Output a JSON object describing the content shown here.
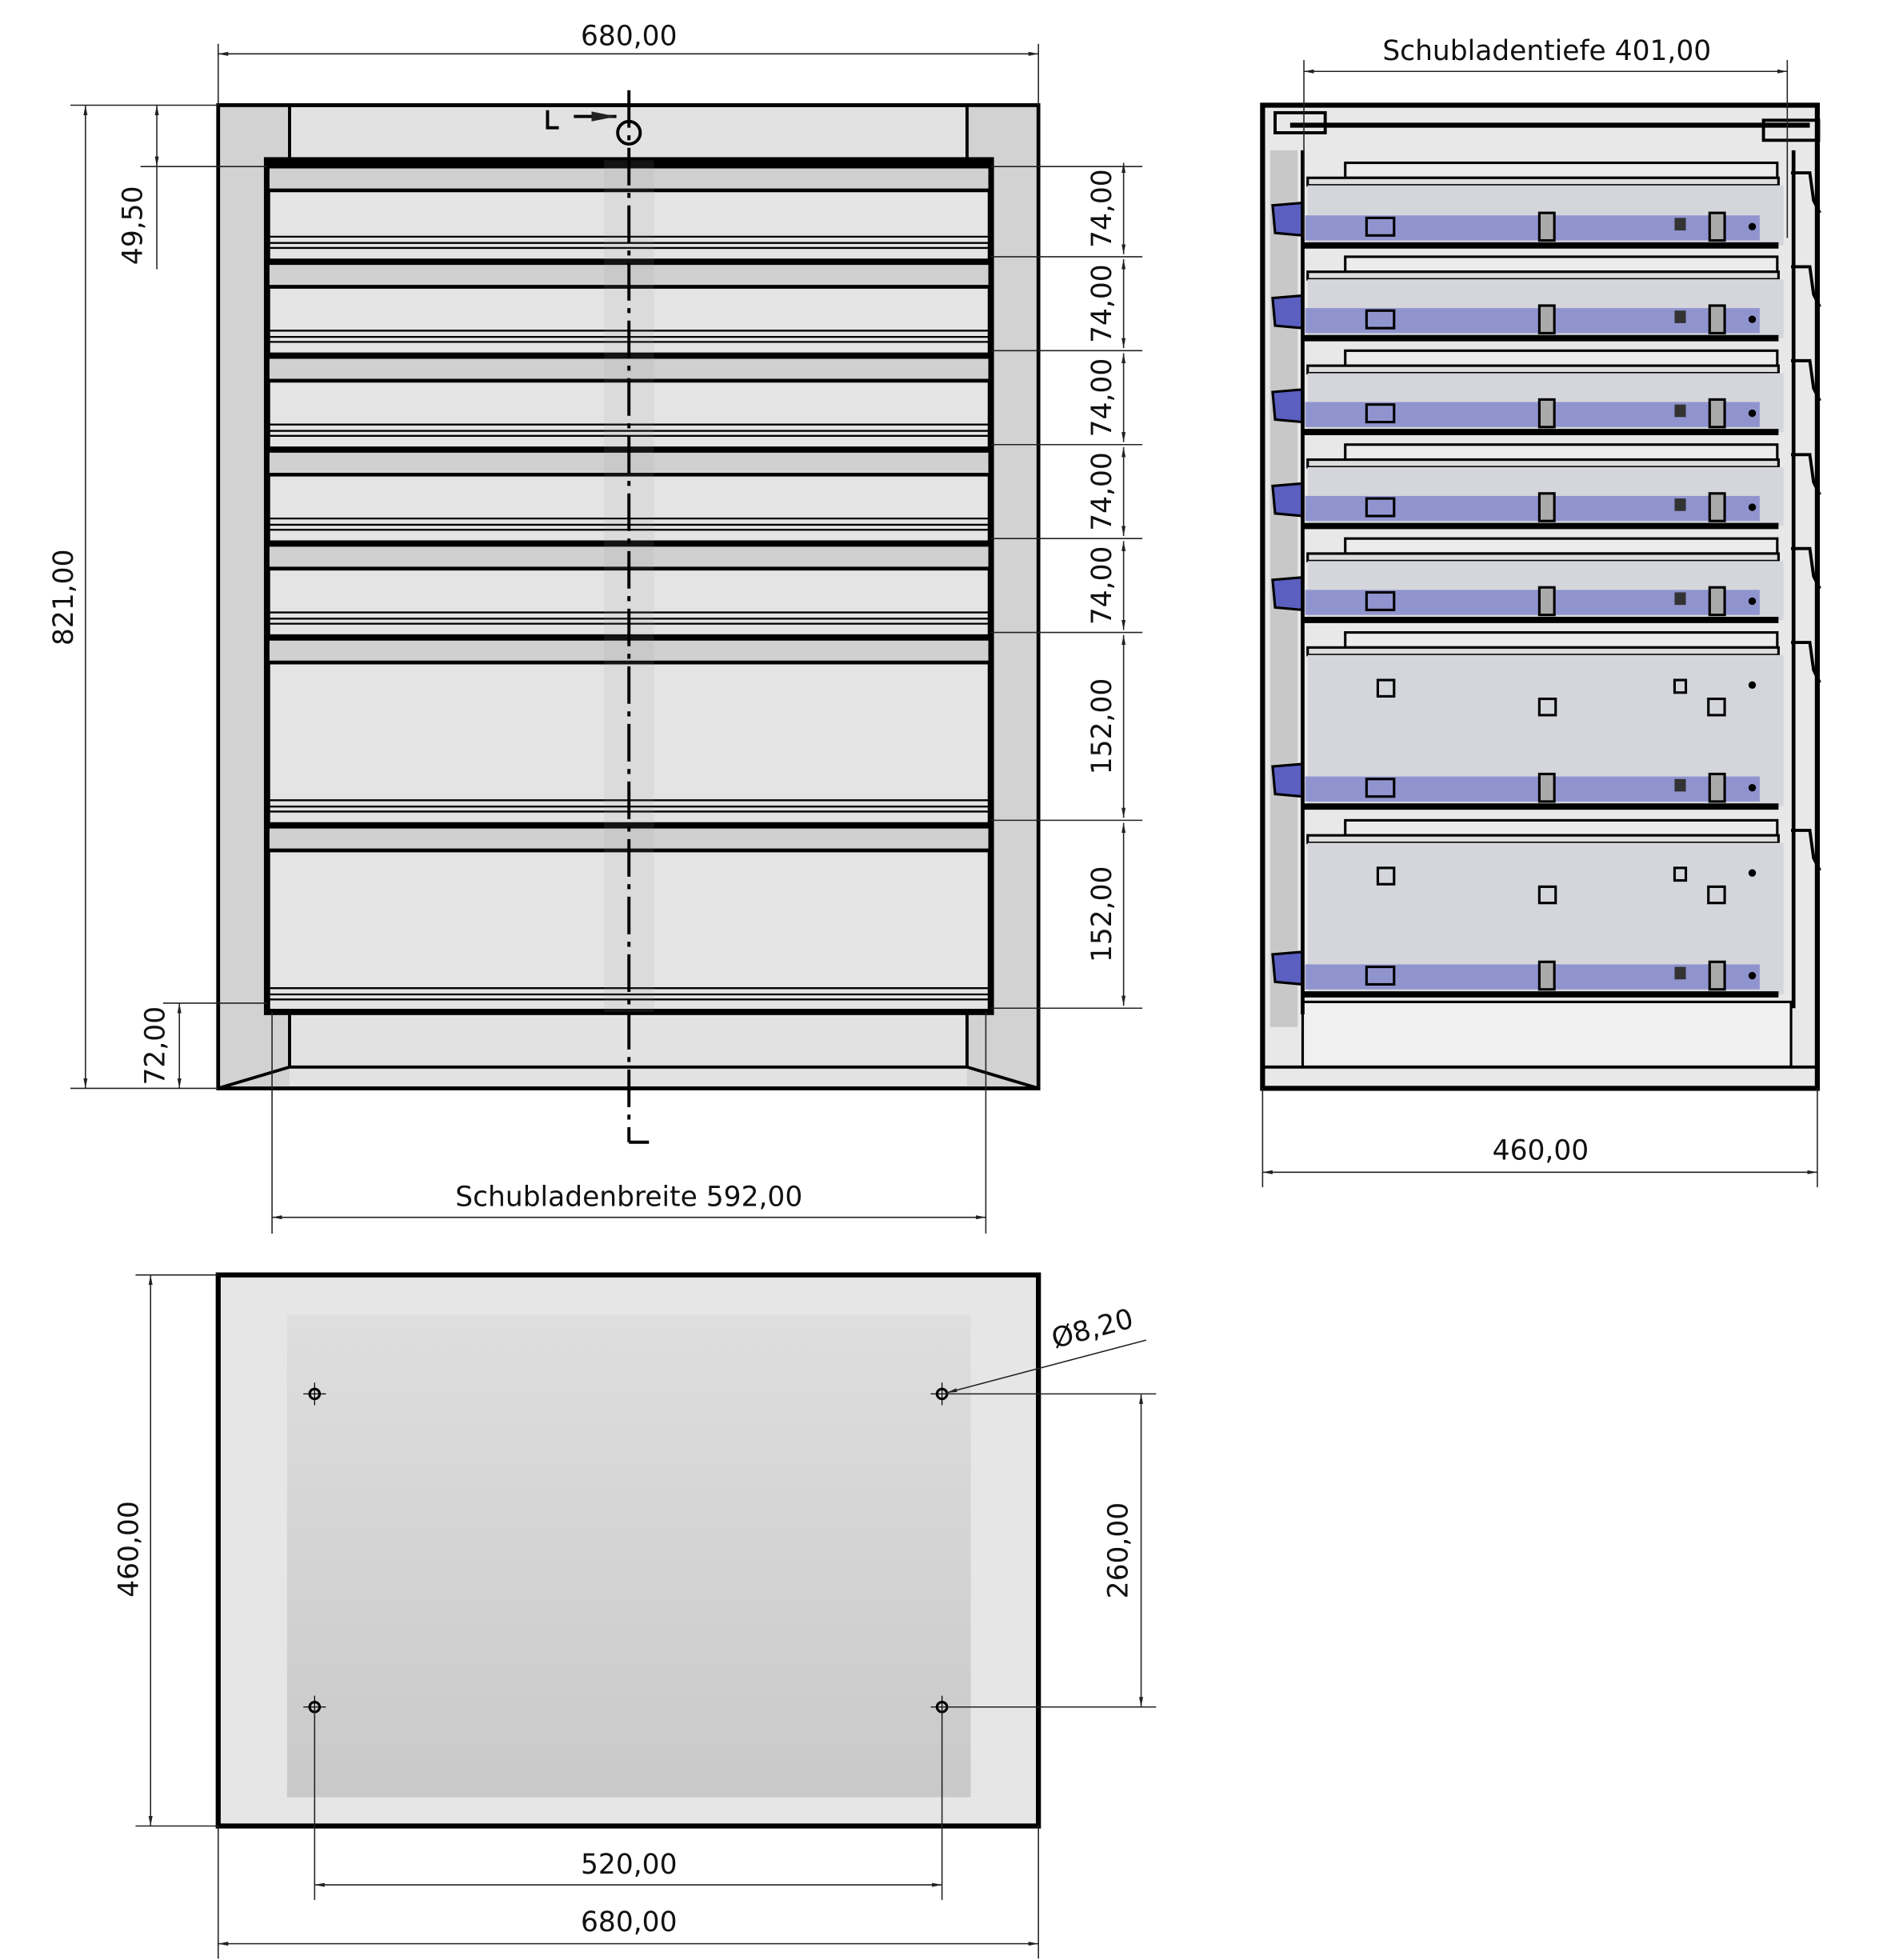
{
  "front_view": {
    "width_label": "680,00",
    "height_label": "821,00",
    "top_offset_label": "49,50",
    "bottom_offset_label": "72,00",
    "drawer_heights": [
      "74,00",
      "74,00",
      "74,00",
      "74,00",
      "74,00",
      "152,00",
      "152,00"
    ],
    "drawer_width_label": "Schubladenbreite 592,00"
  },
  "side_view": {
    "drawer_depth_label": "Schubladentiefe 401,00",
    "depth_label": "460,00",
    "highlight_color": "#8c90cc"
  },
  "bottom_view": {
    "depth_label": "460,00",
    "hole_spacing_y_label": "260,00",
    "hole_spacing_x_label": "520,00",
    "width_label": "680,00",
    "hole_diameter_label": "Ø8,20"
  }
}
